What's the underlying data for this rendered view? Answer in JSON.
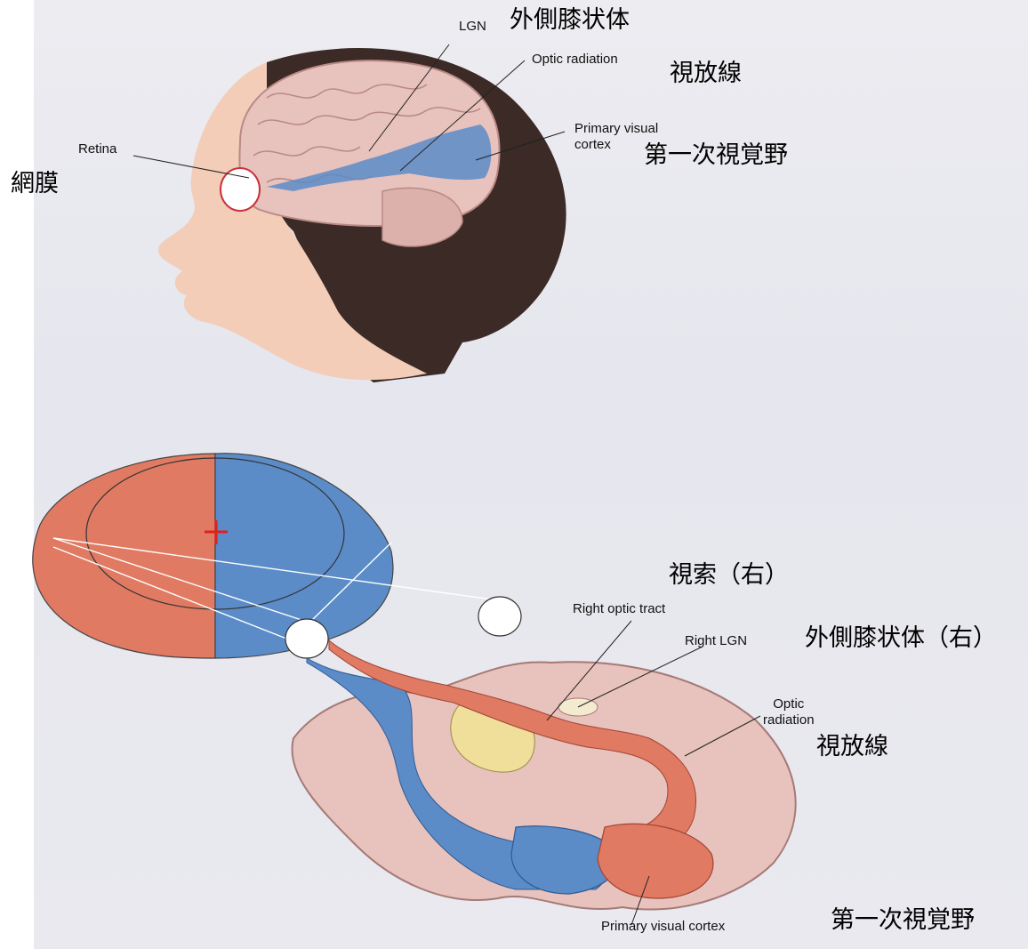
{
  "head_labels": {
    "lgn": "LGN",
    "lgn_jp": "外側膝状体",
    "optic_radiation": "Optic radiation",
    "optic_radiation_jp": "視放線",
    "primary_visual_cortex": "Primary visual\ncortex",
    "primary_visual_cortex_jp": "第一次視覚野",
    "retina": "Retina",
    "retina_jp": "網膜"
  },
  "pathway_labels": {
    "optic_tract_jp": "視索（右）",
    "right_optic_tract": "Right optic tract",
    "right_lgn": "Right LGN",
    "right_lgn_jp": "外側膝状体（右）",
    "optic_radiation": "Optic\nradiation",
    "optic_radiation_jp": "視放線",
    "primary_visual_cortex": "Primary visual cortex",
    "primary_visual_cortex_jp": "第一次視覚野"
  },
  "colors": {
    "left_field": "#e07a62",
    "right_field": "#5b8cc8",
    "brain": "#e8c2bd",
    "hair": "#3b2a26",
    "skin": "#f3cdb8",
    "fixation": "#e0201c"
  }
}
